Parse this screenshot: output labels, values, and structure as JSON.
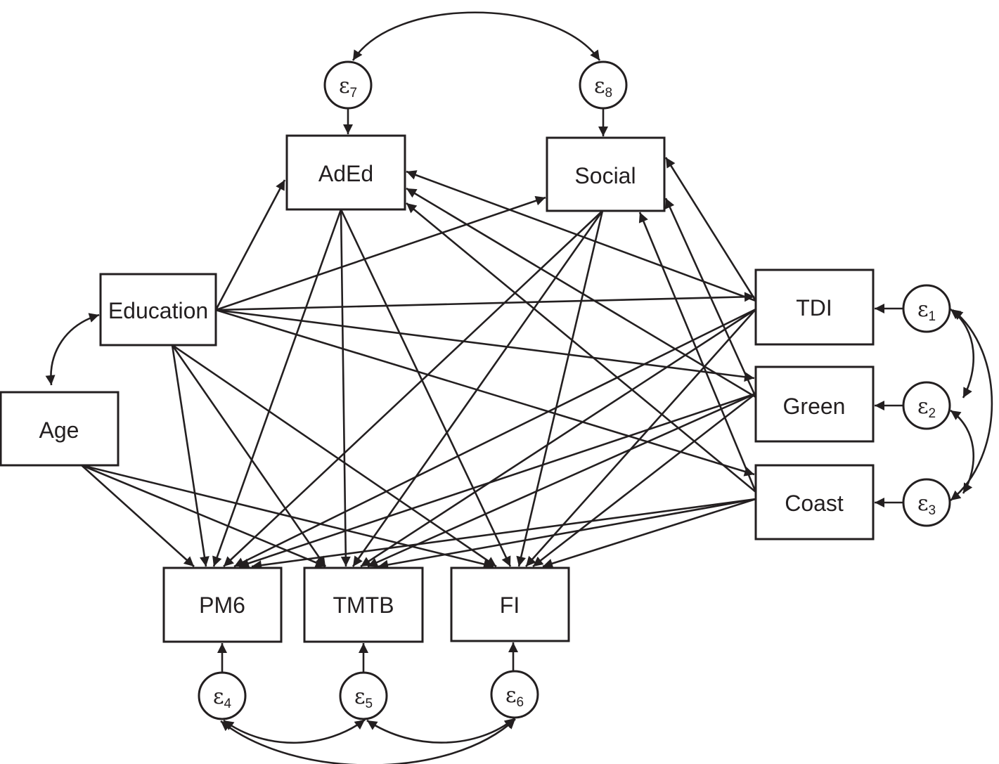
{
  "colors": {
    "ink": "#231f20",
    "background": "#ffffff"
  },
  "nodes": [
    {
      "id": "aded",
      "label": "AdEd"
    },
    {
      "id": "social",
      "label": "Social"
    },
    {
      "id": "education",
      "label": "Education"
    },
    {
      "id": "age",
      "label": "Age"
    },
    {
      "id": "tdi",
      "label": "TDI"
    },
    {
      "id": "green",
      "label": "Green"
    },
    {
      "id": "coast",
      "label": "Coast"
    },
    {
      "id": "pm6",
      "label": "PM6"
    },
    {
      "id": "tmtb",
      "label": "TMTB"
    },
    {
      "id": "fi",
      "label": "FI"
    }
  ],
  "errors": [
    {
      "id": "e1",
      "symbol": "ε",
      "sub": "1",
      "target": "tdi"
    },
    {
      "id": "e2",
      "symbol": "ε",
      "sub": "2",
      "target": "green"
    },
    {
      "id": "e3",
      "symbol": "ε",
      "sub": "3",
      "target": "coast"
    },
    {
      "id": "e4",
      "symbol": "ε",
      "sub": "4",
      "target": "pm6"
    },
    {
      "id": "e5",
      "symbol": "ε",
      "sub": "5",
      "target": "tmtb"
    },
    {
      "id": "e6",
      "symbol": "ε",
      "sub": "6",
      "target": "fi"
    },
    {
      "id": "e7",
      "symbol": "ε",
      "sub": "7",
      "target": "aded"
    },
    {
      "id": "e8",
      "symbol": "ε",
      "sub": "8",
      "target": "social"
    }
  ],
  "paths": [
    {
      "from": "education",
      "to": "aded"
    },
    {
      "from": "education",
      "to": "social"
    },
    {
      "from": "education",
      "to": "tdi"
    },
    {
      "from": "education",
      "to": "green"
    },
    {
      "from": "education",
      "to": "coast"
    },
    {
      "from": "education",
      "to": "pm6"
    },
    {
      "from": "education",
      "to": "tmtb"
    },
    {
      "from": "education",
      "to": "fi"
    },
    {
      "from": "age",
      "to": "pm6"
    },
    {
      "from": "age",
      "to": "tmtb"
    },
    {
      "from": "age",
      "to": "fi"
    },
    {
      "from": "aded",
      "to": "pm6"
    },
    {
      "from": "aded",
      "to": "tmtb"
    },
    {
      "from": "aded",
      "to": "fi"
    },
    {
      "from": "social",
      "to": "pm6"
    },
    {
      "from": "social",
      "to": "tmtb"
    },
    {
      "from": "social",
      "to": "fi"
    },
    {
      "from": "tdi",
      "to": "aded"
    },
    {
      "from": "tdi",
      "to": "social"
    },
    {
      "from": "tdi",
      "to": "pm6"
    },
    {
      "from": "tdi",
      "to": "tmtb"
    },
    {
      "from": "tdi",
      "to": "fi"
    },
    {
      "from": "green",
      "to": "aded"
    },
    {
      "from": "green",
      "to": "social"
    },
    {
      "from": "green",
      "to": "pm6"
    },
    {
      "from": "green",
      "to": "tmtb"
    },
    {
      "from": "green",
      "to": "fi"
    },
    {
      "from": "coast",
      "to": "aded"
    },
    {
      "from": "coast",
      "to": "social"
    },
    {
      "from": "coast",
      "to": "pm6"
    },
    {
      "from": "coast",
      "to": "tmtb"
    },
    {
      "from": "coast",
      "to": "fi"
    }
  ],
  "covariances": [
    {
      "a": "e7",
      "b": "e8"
    },
    {
      "a": "education",
      "b": "age"
    },
    {
      "a": "e1",
      "b": "e2"
    },
    {
      "a": "e2",
      "b": "e3"
    },
    {
      "a": "e1",
      "b": "e3"
    },
    {
      "a": "e4",
      "b": "e5"
    },
    {
      "a": "e5",
      "b": "e6"
    },
    {
      "a": "e4",
      "b": "e6"
    }
  ]
}
